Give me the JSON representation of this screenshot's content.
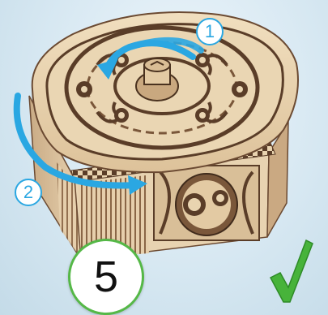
{
  "scene": {
    "badge_1": "1",
    "badge_2": "2",
    "step_number": "5",
    "colors": {
      "arrow": "#2aa7e2",
      "check": "#47b33a",
      "wood_light": "#ecd7b5",
      "wood_dark": "#6b4a32",
      "background": "#d7e8f2"
    },
    "icons": [
      "rotate-lid-arrow",
      "rotate-side-arrow",
      "checkmark-icon"
    ]
  }
}
